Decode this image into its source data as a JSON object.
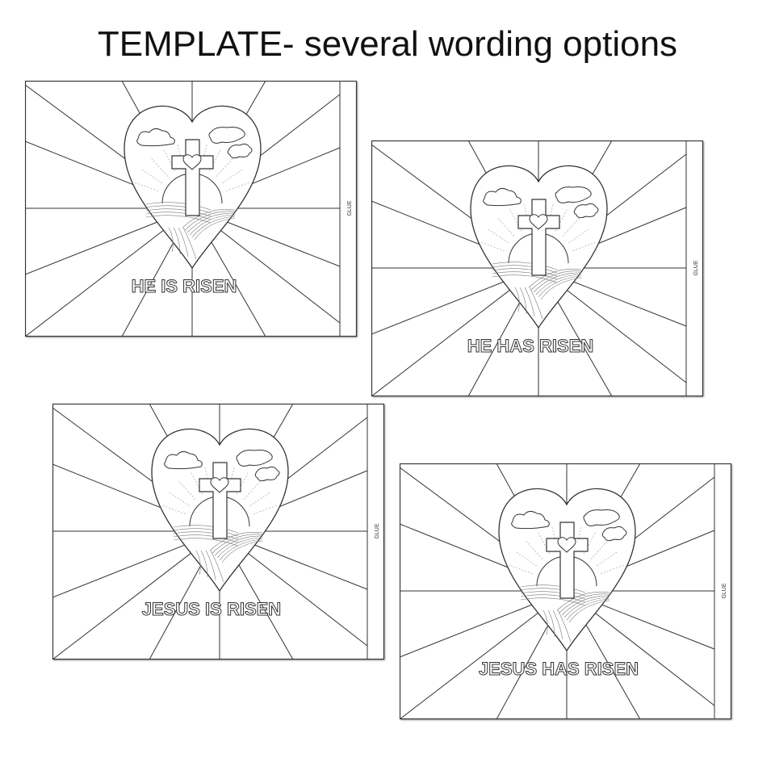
{
  "title": "TEMPLATE- several wording options",
  "glue_label": "GLUE",
  "line_color": "#333333",
  "templates": [
    {
      "wording": "HE IS RISEN"
    },
    {
      "wording": "HE HAS RISEN"
    },
    {
      "wording": "JESUS IS RISEN"
    },
    {
      "wording": "JESUS HAS RISEN"
    }
  ]
}
